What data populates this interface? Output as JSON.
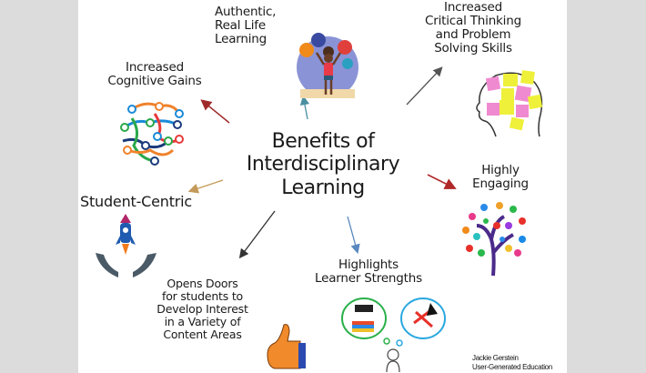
{
  "diagram": {
    "title": "Benefits of\nInterdisciplinary\nLearning",
    "credit": "Jackie Gerstein\nUser-Generated Education",
    "nodes": [
      {
        "id": "authentic",
        "label": "Authentic,\nReal Life\nLearning",
        "icon": "student-with-icons-circle",
        "arrow_color": "#4a8fa0"
      },
      {
        "id": "critical",
        "label": "Increased\nCritical Thinking\nand Problem\nSolving Skills",
        "icon": "head-with-sticky-notes",
        "arrow_color": "#555555"
      },
      {
        "id": "cognitive",
        "label": "Increased\nCognitive Gains",
        "icon": "network-brain",
        "arrow_color": "#a02a2a"
      },
      {
        "id": "engaging",
        "label": "Highly\nEngaging",
        "icon": "colorful-tree",
        "arrow_color": "#b02828"
      },
      {
        "id": "student_centric",
        "label": "Student-Centric",
        "icon": "rocket-in-hands",
        "arrow_color": "#c49a5a"
      },
      {
        "id": "opens_doors",
        "label": "Opens Doors\nfor students to\nDevelop Interest\nin a Variety of\nContent Areas",
        "icon": "thumbs-up",
        "arrow_color": "#333333"
      },
      {
        "id": "strengths",
        "label": "Highlights\nLearner Strengths",
        "icon": "thinker-with-thought-bubbles",
        "arrow_color": "#5a88c0"
      }
    ],
    "colors": {
      "background": "#ffffff",
      "frame": "#dcdcdc",
      "text": "#1a1a1a"
    }
  }
}
